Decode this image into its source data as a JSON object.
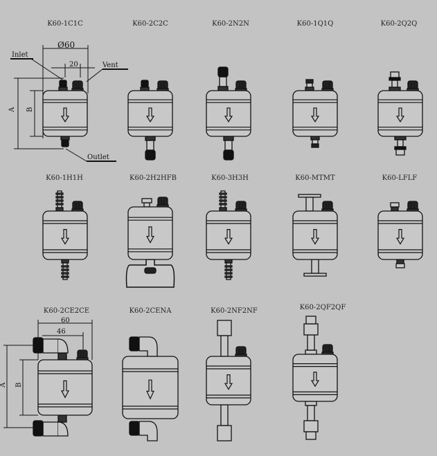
{
  "models": [
    {
      "label": "K60-1C1C"
    },
    {
      "label": "K60-2C2C"
    },
    {
      "label": "K60-2N2N"
    },
    {
      "label": "K60-1Q1Q"
    },
    {
      "label": "K60-2Q2Q"
    },
    {
      "label": "K60-1H1H"
    },
    {
      "label": "K60-2H2HFB"
    },
    {
      "label": "K60-3H3H"
    },
    {
      "label": "K60-MTMT"
    },
    {
      "label": "K60-LFLF"
    },
    {
      "label": "K60-2CE2CE"
    },
    {
      "label": "K60-2CENA"
    },
    {
      "label": "K60-2NF2NF"
    },
    {
      "label": "K60-2QF2QF"
    }
  ],
  "annotations": {
    "diameter": "Ø60",
    "spacing": "20",
    "inlet": "Inlet",
    "vent": "Vent",
    "outlet": "Outlet",
    "dim_a": "A",
    "dim_b": "B",
    "ce_width": "60",
    "ce_spacing": "46",
    "ce_dim_a": "A",
    "ce_dim_b": "B"
  },
  "colors": {
    "background": "#c3c3c3",
    "line": "#111111"
  }
}
